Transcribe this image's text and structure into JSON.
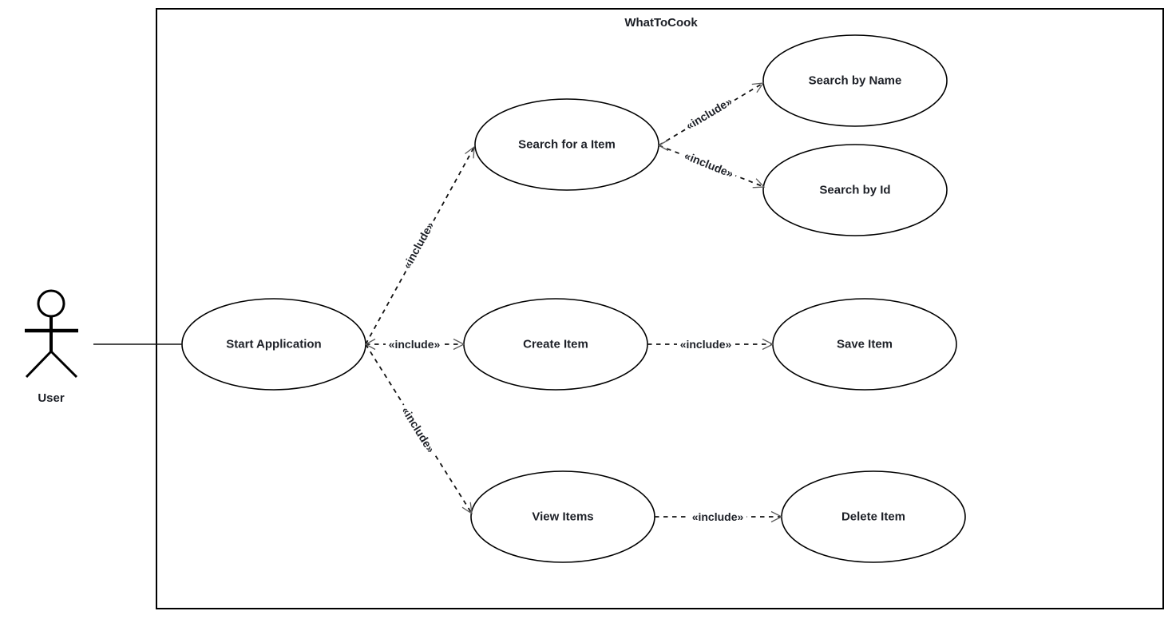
{
  "diagram": {
    "type": "uml-use-case-diagram",
    "system_title": "WhatToCook",
    "actor": {
      "label": "User"
    },
    "use_cases": [
      {
        "id": "start-application",
        "label": "Start Application"
      },
      {
        "id": "search-for-item",
        "label": "Search for a Item"
      },
      {
        "id": "search-by-name",
        "label": "Search by Name"
      },
      {
        "id": "search-by-id",
        "label": "Search by Id"
      },
      {
        "id": "create-item",
        "label": "Create Item"
      },
      {
        "id": "save-item",
        "label": "Save Item"
      },
      {
        "id": "view-items",
        "label": "View Items"
      },
      {
        "id": "delete-item",
        "label": "Delete Item"
      }
    ],
    "relationships": [
      {
        "from": "User",
        "to": "Start Application",
        "type": "association",
        "label": ""
      },
      {
        "from": "Start Application",
        "to": "Search for a Item",
        "type": "include",
        "label": "«include»"
      },
      {
        "from": "Start Application",
        "to": "Create Item",
        "type": "include",
        "label": "«include»"
      },
      {
        "from": "Start Application",
        "to": "View Items",
        "type": "include",
        "label": "«include»"
      },
      {
        "from": "Search for a Item",
        "to": "Search by Name",
        "type": "include",
        "label": "«include»"
      },
      {
        "from": "Search for a Item",
        "to": "Search by Id",
        "type": "include",
        "label": "«include»"
      },
      {
        "from": "Create Item",
        "to": "Save Item",
        "type": "include",
        "label": "«include»"
      },
      {
        "from": "View Items",
        "to": "Delete Item",
        "type": "include",
        "label": "«include»"
      }
    ],
    "colors": {
      "background": "#ffffff",
      "shape_stroke": "#000000",
      "text": "#1d2027",
      "arrowhead": "#5c5c5c"
    }
  }
}
